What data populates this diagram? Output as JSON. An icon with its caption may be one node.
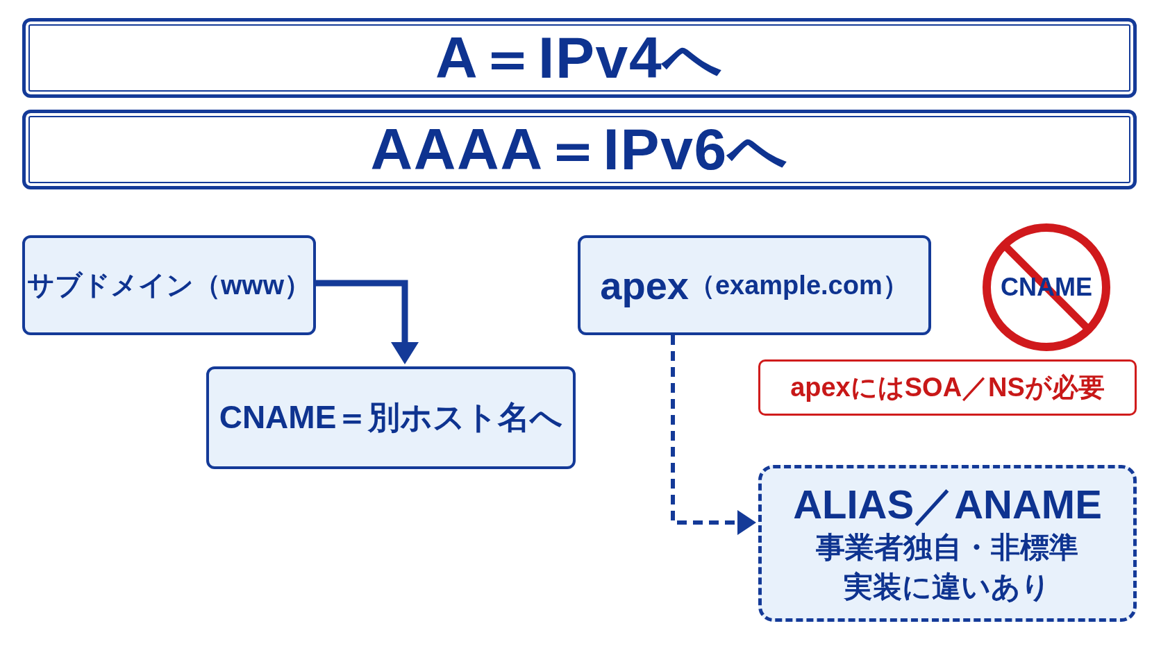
{
  "diagram": {
    "nodes": [
      {
        "text": [
          "A＝IPv4へ"
        ]
      },
      {
        "text": [
          "AAAA＝IPv6へ"
        ]
      },
      {
        "text": [
          "サブドメイン（www）"
        ]
      },
      {
        "text": [
          "CNAME＝別ホスト名へ"
        ]
      },
      {
        "text": [
          "**apex**（example.com）"
        ]
      },
      {
        "text": [
          "CNAME"
        ]
      },
      {
        "text": [
          "apexにはSOA／NSが必要"
        ]
      },
      {
        "text": [
          "ALIAS／ANAME",
          "事業者独自・非標準実装に違いあり"
        ]
      }
    ],
    "edges": [
      {
        "from": 2,
        "to": 3,
        "arrow": "to"
      },
      {
        "from": 4,
        "to": 7,
        "arrow": "to",
        "style": "dashed"
      }
    ]
  }
}
